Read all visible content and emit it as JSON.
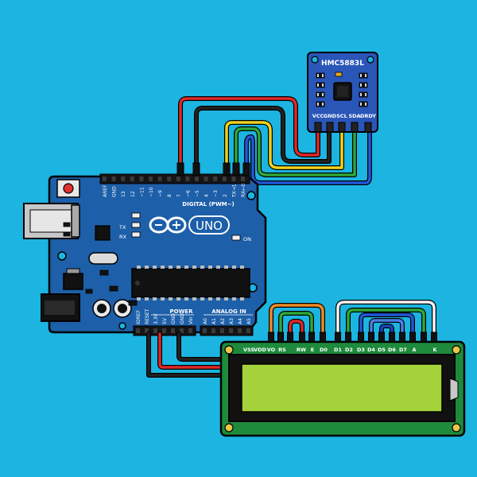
{
  "colors": {
    "background": "#1cb4e0",
    "board": "#1d5fa8",
    "sensor_board": "#2a56b8",
    "lcd_pcb": "#1e8a3c",
    "lcd_screen": "#a4d23a",
    "wire_red": "#e02828",
    "wire_black": "#222222",
    "wire_yellow": "#f2d21c",
    "wire_green": "#2fa838",
    "wire_blue": "#2058d8",
    "wire_orange": "#f08a24",
    "wire_white": "#f4f4f4"
  },
  "arduino": {
    "logo": "UNO",
    "digital_label": "DIGITAL (PWM~)",
    "power_label": "POWER",
    "analog_label": "ANALOG IN",
    "on_label": "ON",
    "tx_label": "TX",
    "rx_label": "RX",
    "digital_pins": [
      "AREF",
      "GND",
      "13",
      "12",
      "~11",
      "~10",
      "~9",
      "8",
      "7",
      "~6",
      "~5",
      "4",
      "~3",
      "2",
      "TX→1",
      "RX←0"
    ],
    "power_pins": [
      "IOREF",
      "RESET",
      "3.3V",
      "5V",
      "GND",
      "GND",
      "Vin"
    ],
    "analog_pins": [
      "A0",
      "A1",
      "A2",
      "A3",
      "A4",
      "A5"
    ]
  },
  "sensor": {
    "title": "HMC5883L",
    "pins": [
      "VCC",
      "GND",
      "SCL",
      "SDA",
      "DRDY"
    ]
  },
  "lcd": {
    "pins": [
      "VSS",
      "VDD",
      "VO",
      "RS",
      "RW",
      "E",
      "D0",
      "D1",
      "D2",
      "D3",
      "D4",
      "D5",
      "D6",
      "D7",
      "A",
      "K"
    ]
  }
}
